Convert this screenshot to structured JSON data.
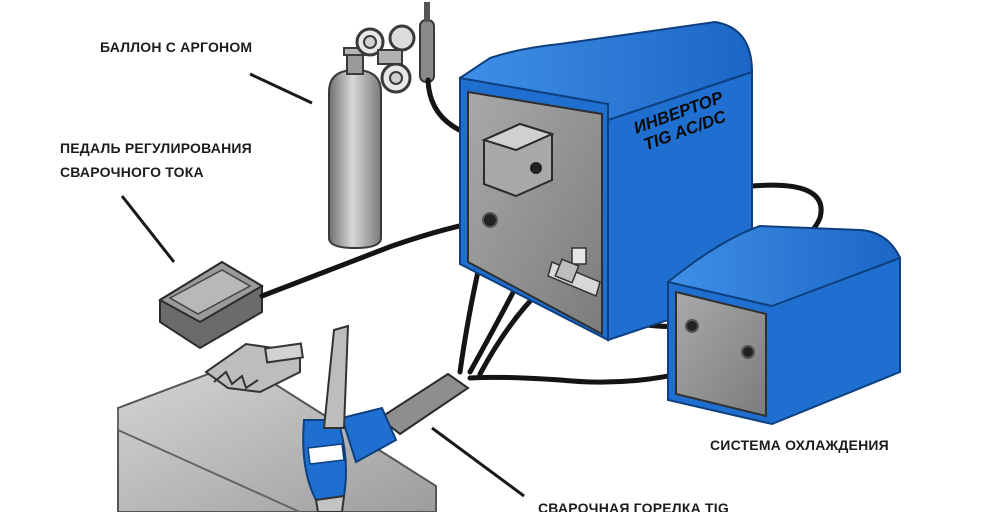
{
  "labels": {
    "argon_cylinder": "БАЛЛОН С АРГОНОМ",
    "pedal_line1": "ПЕДАЛЬ РЕГУЛИРОВАНИЯ",
    "pedal_line2": "СВАРОЧНОГО ТОКА",
    "cooling_system": "СИСТЕМА ОХЛАЖДЕНИЯ",
    "tig_torch": "СВАРОЧНАЯ ГОРЕЛКА TIG"
  },
  "inverter": {
    "line1": "ИНВЕРТОР",
    "line2": "TIG AC/DC"
  },
  "colors": {
    "equipment_blue": "#1f6fd0",
    "front_panel_gray": "#8c8c8c",
    "cable": "#141414",
    "metal_plate": "#b9b9b9"
  }
}
